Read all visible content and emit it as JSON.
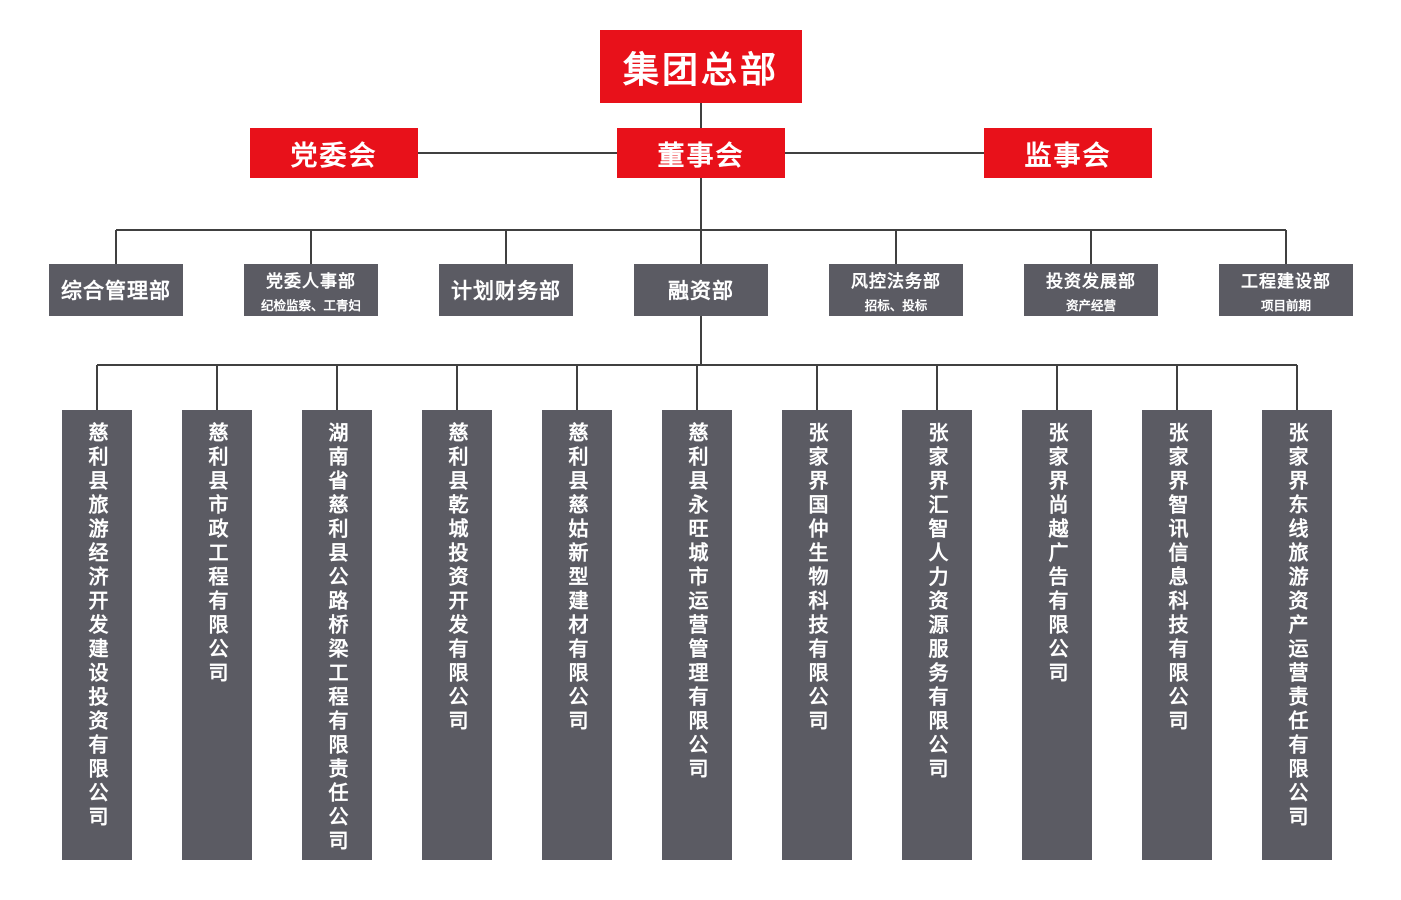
{
  "colors": {
    "accent_red": "#e8111a",
    "node_gray": "#5b5b63",
    "line": "#404040",
    "text": "#ffffff"
  },
  "root": {
    "label": "集团总部"
  },
  "boards": [
    {
      "label": "党委会"
    },
    {
      "label": "董事会"
    },
    {
      "label": "监事会"
    }
  ],
  "departments": [
    {
      "label": "综合管理部",
      "sublabel": ""
    },
    {
      "label": "党委人事部",
      "sublabel": "纪检监察、工青妇"
    },
    {
      "label": "计划财务部",
      "sublabel": ""
    },
    {
      "label": "融资部",
      "sublabel": ""
    },
    {
      "label": "风控法务部",
      "sublabel": "招标、投标"
    },
    {
      "label": "投资发展部",
      "sublabel": "资产经营"
    },
    {
      "label": "工程建设部",
      "sublabel": "项目前期"
    }
  ],
  "subsidiaries": [
    "慈利县旅游经济开发建设投资有限公司",
    "慈利县市政工程有限公司",
    "湖南省慈利县公路桥梁工程有限责任公司",
    "慈利县乾城投资开发有限公司",
    "慈利县慈姑新型建材有限公司",
    "慈利县永旺城市运营管理有限公司",
    "张家界国仲生物科技有限公司",
    "张家界汇智人力资源服务有限公司",
    "张家界尚越广告有限公司",
    "张家界智讯信息科技有限公司",
    "张家界东线旅游资产运营责任有限公司"
  ]
}
